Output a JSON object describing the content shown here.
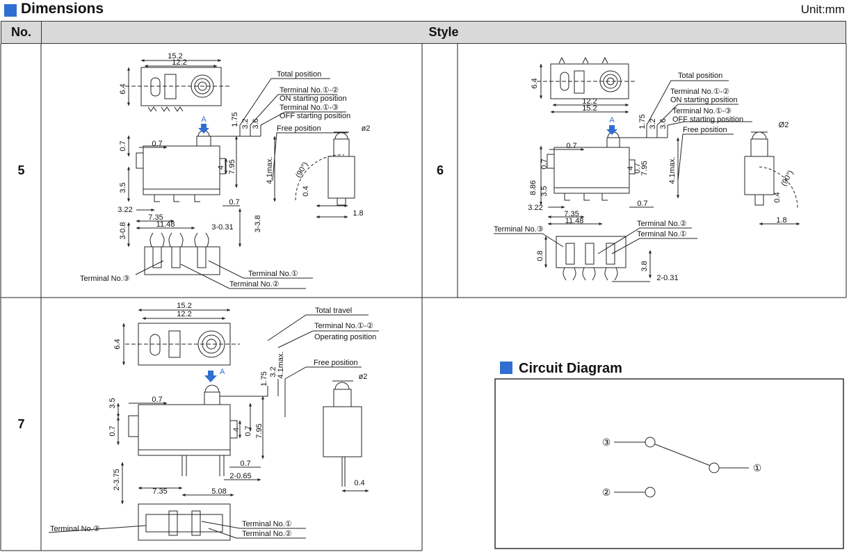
{
  "header": {
    "title": "Dimensions",
    "unit": "Unit:mm"
  },
  "table": {
    "col_no": "No.",
    "col_style": "Style",
    "rows": [
      "5",
      "6",
      "7"
    ]
  },
  "style5": {
    "dims": [
      "15.2",
      "12.2",
      "6.4",
      "1.75",
      "3.2",
      "3.6",
      "0.7",
      "0.7",
      "4",
      "7.95",
      "4.1max.",
      "3.5",
      "0.7",
      "3.22",
      "7.35",
      "11.48",
      "3-0.31",
      "3-3.8",
      "3-0.8",
      "ø2",
      "(90°)",
      "0.4",
      "1.8"
    ],
    "labels": [
      "Total position",
      "Terminal No.①-②",
      "ON starting position",
      "Terminal No.①-③",
      "OFF starting position",
      "Free position",
      "Terminal No.①",
      "Terminal No.②",
      "Terminal No.③"
    ],
    "arrow_label": "A"
  },
  "style6": {
    "dims": [
      "6.4",
      "12.2",
      "15.2",
      "1.75",
      "3.2",
      "3.6",
      "0.7",
      "8.86",
      "0.7",
      "3.5",
      "4",
      "0.7",
      "7.95",
      "4.1max.",
      "0.7",
      "3.22",
      "7.35",
      "11.48",
      "Ø2",
      "(90°)",
      "0.4",
      "1.8",
      "0.8",
      "3.8",
      "2-0.31"
    ],
    "labels": [
      "Total position",
      "Terminal No.①-②",
      "ON starting position",
      "Terminal No.①-③",
      "OFF starting position",
      "Free position",
      "Terminal No.②",
      "Terminal No.①",
      "Terminal No.③"
    ],
    "arrow_label": "A"
  },
  "style7": {
    "dims": [
      "15.2",
      "12.2",
      "6.4",
      "1.75",
      "3.2",
      "4.1max.",
      "3.5",
      "0.7",
      "0.7",
      "4",
      "0.7",
      "7.95",
      "0.7",
      "2-0.65",
      "7.35",
      "5.08",
      "2-3.75",
      "ø2",
      "0.4"
    ],
    "labels": [
      "Total travel",
      "Terminal No.①-②",
      "Operating position",
      "Free position",
      "Terminal No.①",
      "Terminal No.②",
      "Terminal No.③"
    ],
    "arrow_label": "A"
  },
  "circuit": {
    "title": "Circuit Diagram",
    "t1": "①",
    "t2": "②",
    "t3": "③"
  },
  "colors": {
    "accent": "#2e6fd1",
    "header_bg": "#d9d9d9",
    "line": "#222222"
  }
}
